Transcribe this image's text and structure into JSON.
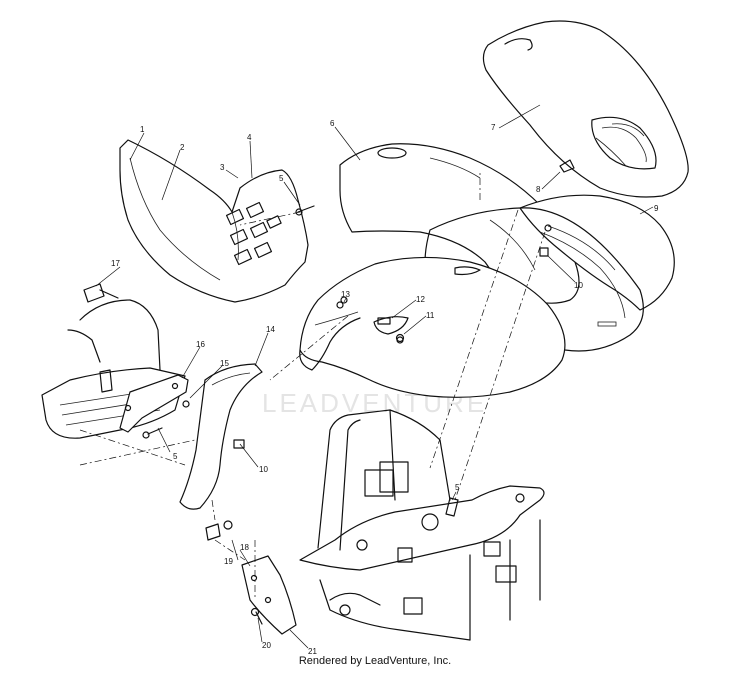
{
  "diagram": {
    "callouts": [
      "1",
      "2",
      "3",
      "4",
      "5",
      "6",
      "7",
      "8",
      "9",
      "10",
      "11",
      "12",
      "13",
      "14",
      "15",
      "16",
      "17",
      "5",
      "10",
      "5",
      "18",
      "19",
      "20",
      "21"
    ],
    "watermark": "LEADVENTURE"
  },
  "footer": {
    "credit": "Rendered by LeadVenture, Inc."
  }
}
